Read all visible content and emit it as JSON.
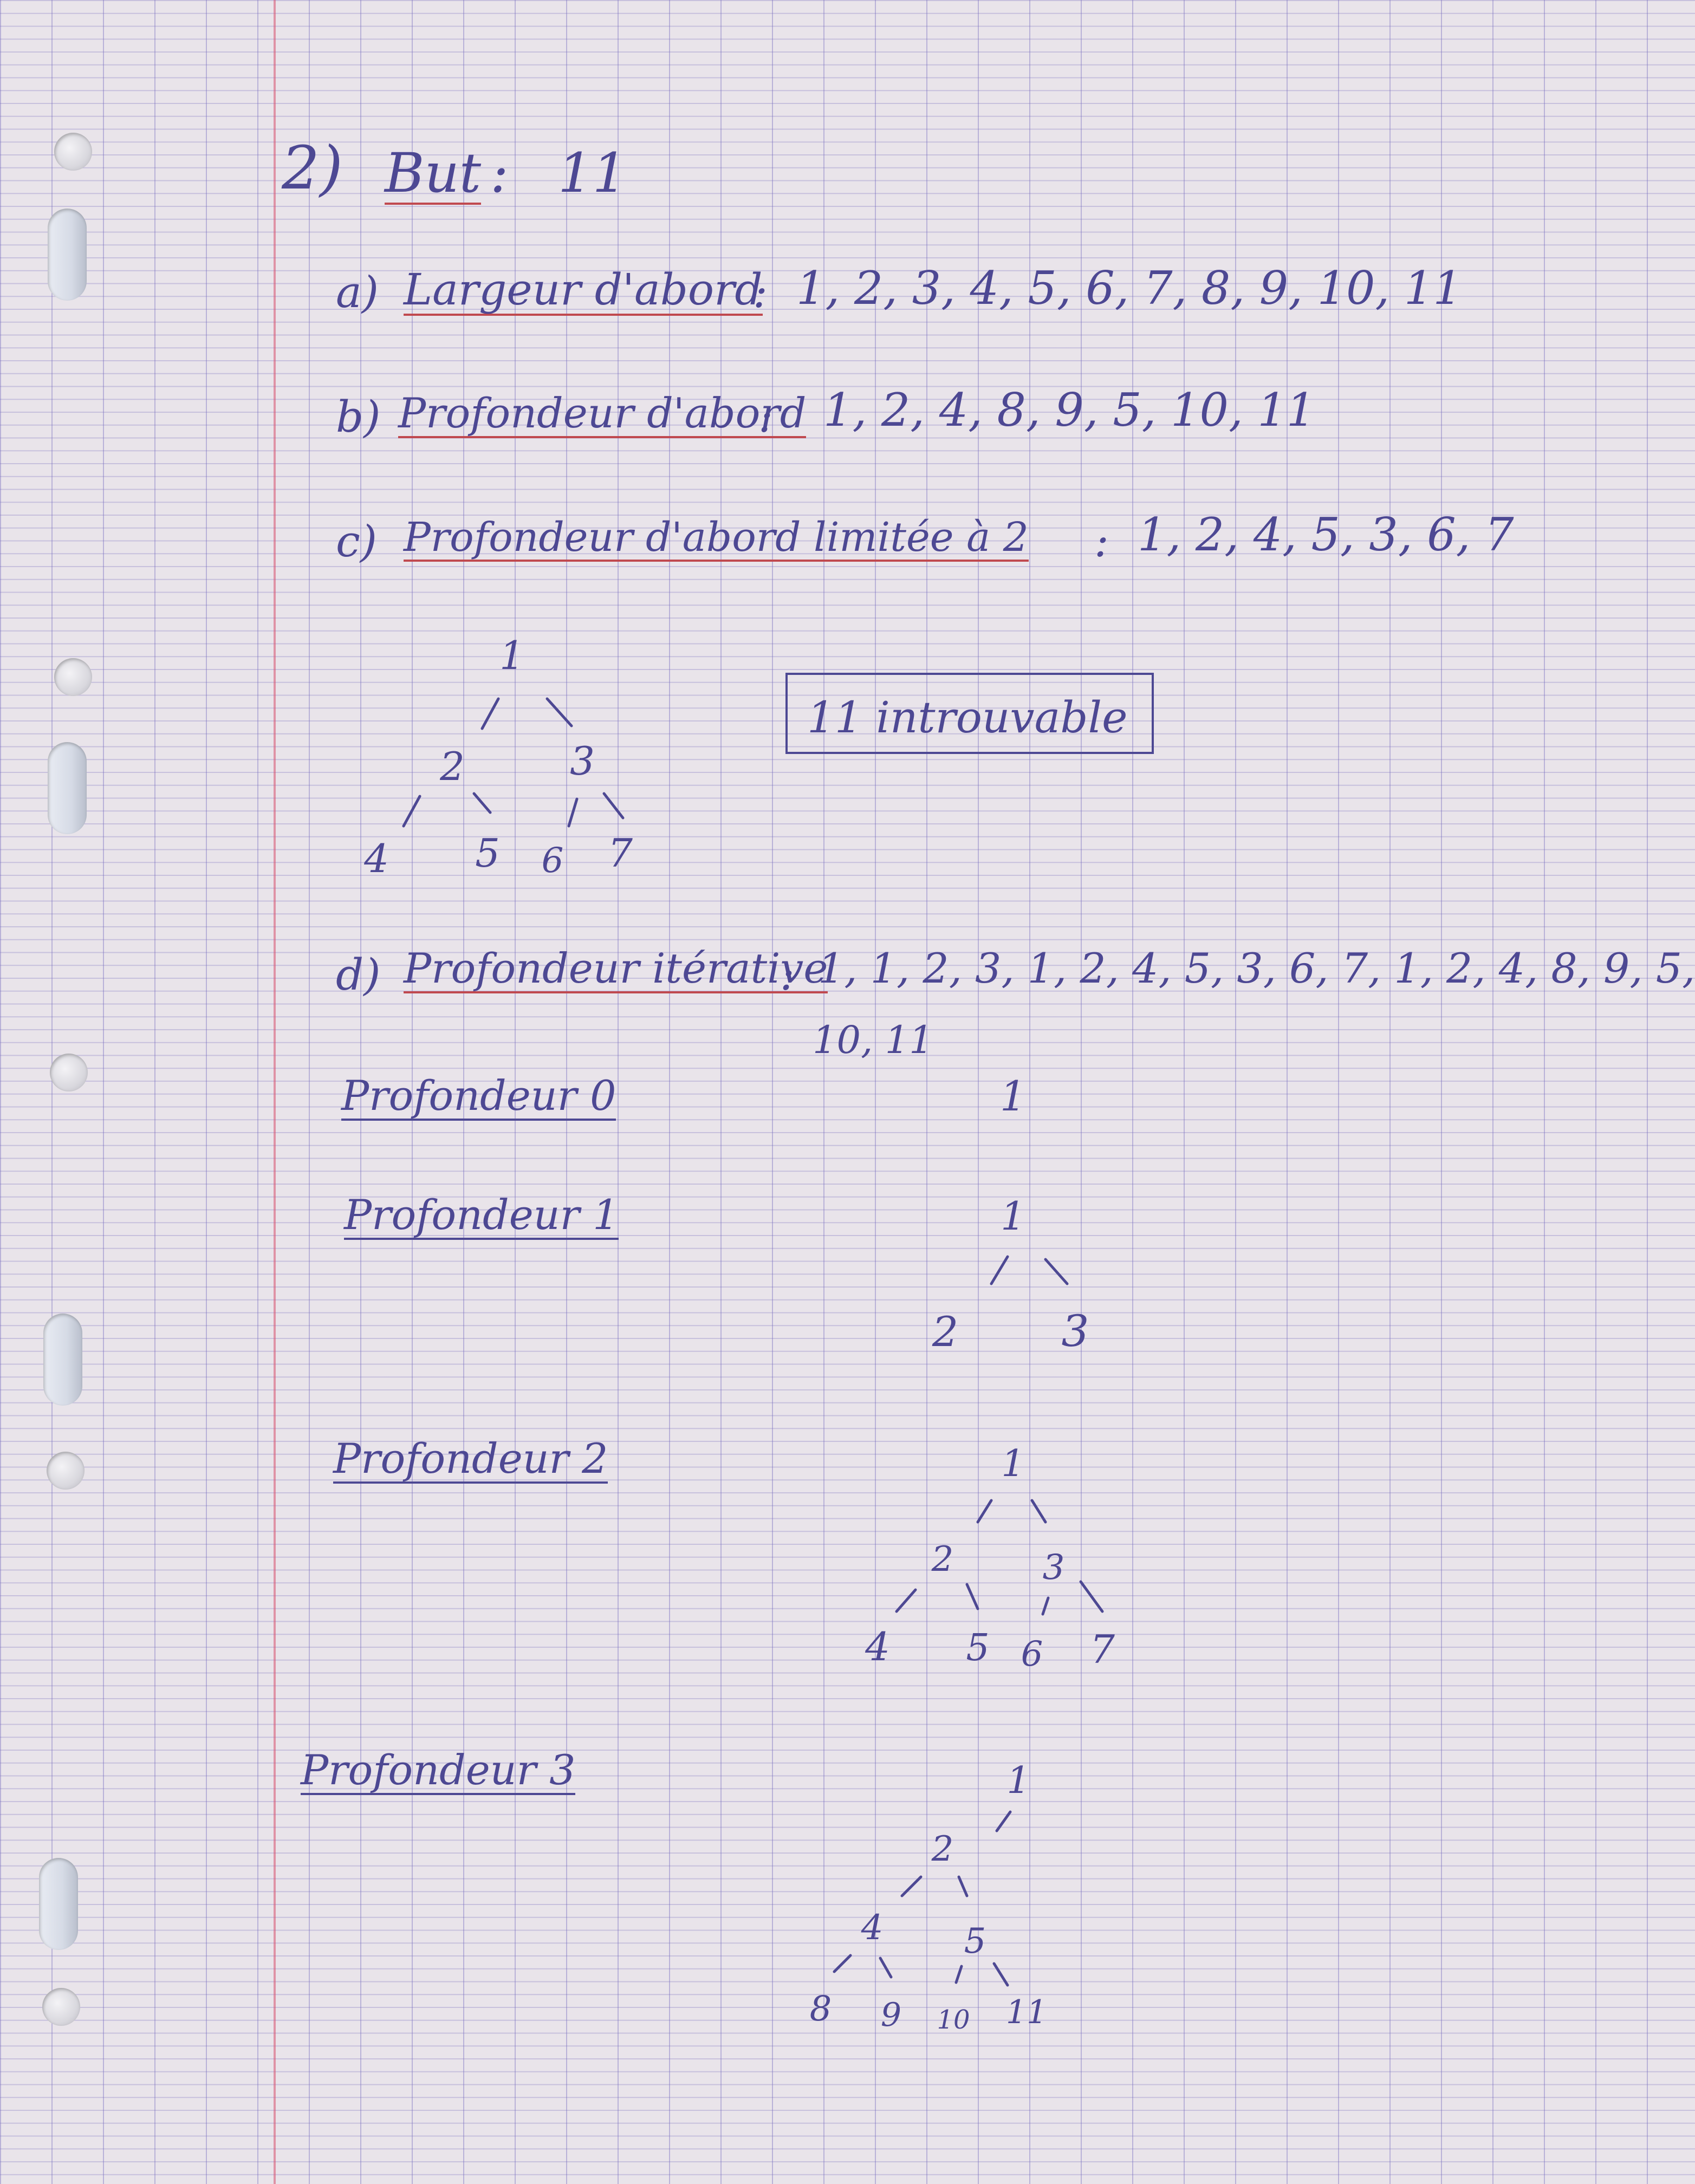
{
  "exercise": {
    "number": "2)",
    "goal_label": "But",
    "goal_sep": ":",
    "goal_value": "11"
  },
  "parts": {
    "a": {
      "letter": "a)",
      "title": "Largeur d'abord",
      "sep": ":",
      "sequence": "1, 2, 3, 4, 5, 6, 7, 8, 9, 10, 11"
    },
    "b": {
      "letter": "b)",
      "title": "Profondeur d'abord",
      "sep": ":",
      "sequence": "1, 2, 4, 8, 9, 5, 10, 11"
    },
    "c": {
      "letter": "c)",
      "title": "Profondeur d'abord limitée à 2",
      "sep": ":",
      "sequence": "1, 2, 4, 5, 3, 6, 7",
      "boxed_note": "11 introuvable"
    },
    "d": {
      "letter": "d)",
      "title": "Profondeur itérative",
      "sep": ":",
      "sequence_line1": "1, 1, 2, 3, 1, 2, 4, 5, 3, 6, 7, 1, 2, 4, 8, 9, 5,",
      "sequence_line2": "10, 11"
    }
  },
  "depth_labels": [
    "Profondeur 0",
    "Profondeur 1",
    "Profondeur 2",
    "Profondeur 3"
  ],
  "trees": {
    "c_tree": [
      "1",
      "2",
      "3",
      "4",
      "5",
      "6",
      "7"
    ],
    "depth0": [
      "1"
    ],
    "depth1": [
      "1",
      "2",
      "3"
    ],
    "depth2": [
      "1",
      "2",
      "3",
      "4",
      "5",
      "6",
      "7"
    ],
    "depth3": [
      "1",
      "2",
      "4",
      "5",
      "8",
      "9",
      "10",
      "11"
    ]
  },
  "colors": {
    "ink": "#4d4893",
    "red_underline": "#c0494f",
    "margin": "#d7506e",
    "grid": "#786ebe"
  }
}
